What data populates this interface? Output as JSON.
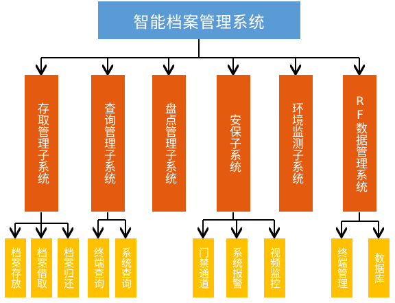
{
  "root": {
    "label": "智能档案管理系统"
  },
  "subsystems": [
    {
      "label": "存取管理子系统",
      "leaves": [
        "档案存放",
        "档案借取",
        "档案归还"
      ]
    },
    {
      "label": "查询管理子系统",
      "leaves": [
        "终端查询",
        "系统查询"
      ]
    },
    {
      "label": "盘点管理子系统",
      "leaves": []
    },
    {
      "label": "安保子系统",
      "leaves": [
        "门禁通道",
        "系统报警",
        "视频监控"
      ]
    },
    {
      "label": "环境监测子系统",
      "leaves": []
    },
    {
      "label": "RF数据管理系统",
      "leaves": [
        "终端管理",
        "数据库"
      ]
    }
  ],
  "colors": {
    "root": "#5b9bd5",
    "subsystem": "#e45a0e",
    "leaf": "#ffc000",
    "line": "#000000"
  }
}
